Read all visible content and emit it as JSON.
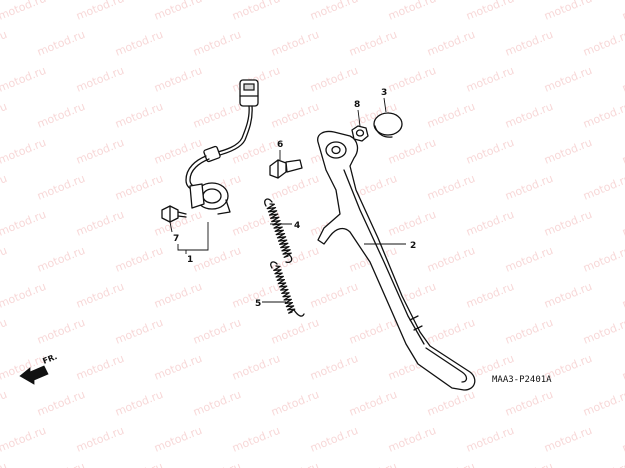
{
  "watermark": {
    "text": "motod.ru"
  },
  "diagram": {
    "drawing_code": "MAA3-P2401A",
    "direction_label": "FR.",
    "callouts": {
      "c1": "1",
      "c2": "2",
      "c3": "3",
      "c4": "4",
      "c5": "5",
      "c6": "6",
      "c7": "7",
      "c8": "8"
    }
  }
}
